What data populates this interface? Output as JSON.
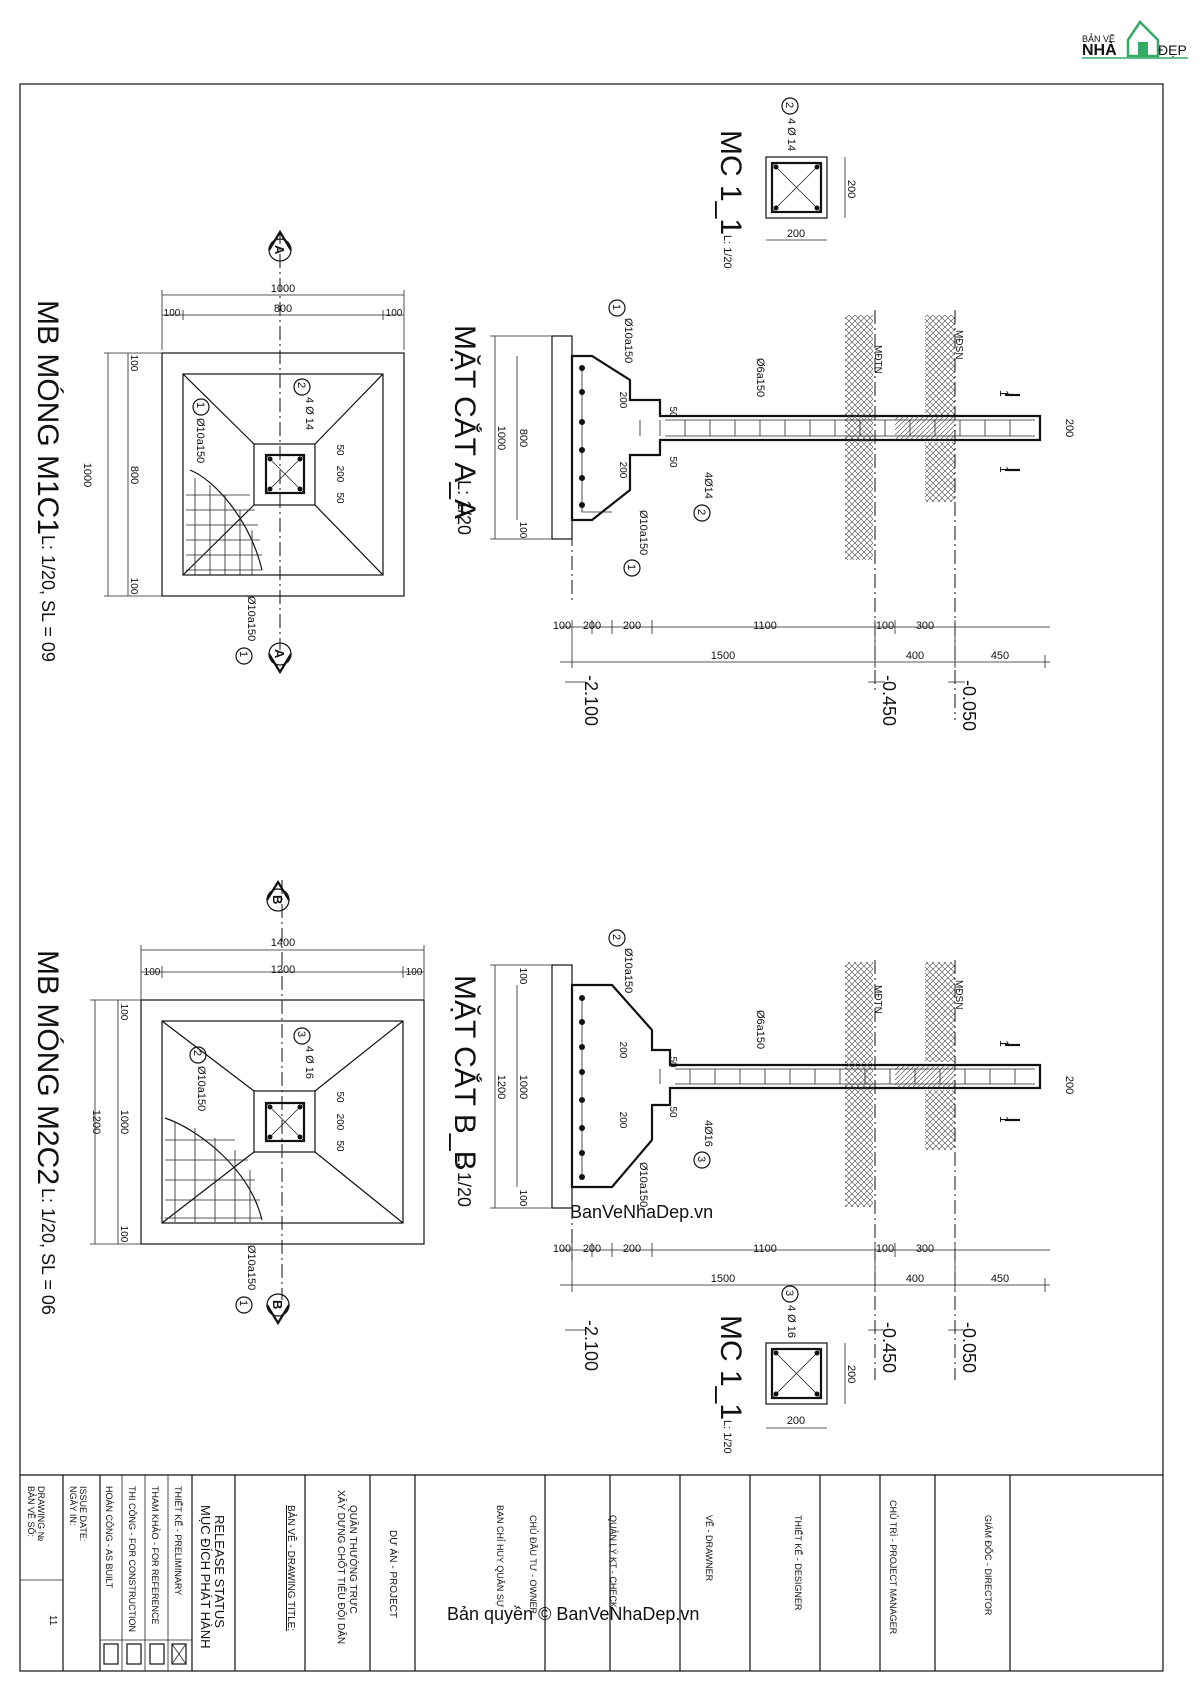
{
  "logo": {
    "top": "BẢN VẼ",
    "left": "NHÀ",
    "right": "ĐẸP"
  },
  "watermark": {
    "center": "BanVeNhaDep.vn",
    "bottom": "Bản quyền © BanVeNhaDep.vn"
  },
  "plan1": {
    "title": "MB MÓNG M1C1",
    "scale": "L: 1/20, SL = 09",
    "section_mark": "A",
    "dim_total": "1000",
    "dim_mid": "800",
    "dim_edge": "100",
    "rebar1_no": "1",
    "rebar1": "Ø10a150",
    "rebar2_no": "2",
    "rebar2": "4 Ø 14",
    "col_a": "50",
    "col_b": "200"
  },
  "plan2": {
    "title": "MB MÓNG M2C2",
    "scale": "L: 1/20, SL = 06",
    "section_mark": "B",
    "dim_total": "1400",
    "dim_mid": "1200",
    "dim_total_v": "1200",
    "dim_mid_v": "1000",
    "dim_edge": "100",
    "rebar1_no": "1",
    "rebar1": "Ø10a150",
    "rebar2_no": "2",
    "rebar2": "Ø10a150",
    "rebar3_no": "3",
    "rebar3": "4 Ø 16",
    "col_a": "50",
    "col_b": "200"
  },
  "section1": {
    "title": "MẶT CẮT A_A",
    "scale": "L: 1/20",
    "dims_row1": [
      "100",
      "200",
      "200",
      "1100",
      "100",
      "300"
    ],
    "dims_row2": [
      "1500",
      "400",
      "450"
    ],
    "dims_vert": [
      "1000",
      "800",
      "100"
    ],
    "stirrup": "Ø6a150",
    "bars": "4Ø14",
    "bar_no": "2",
    "top_bar": "Ø10a150",
    "top_no": "1",
    "bot_bar": "Ø10a150",
    "bot_no": "1",
    "col_w": "200",
    "step_a": "200",
    "step_b": "50",
    "levels": [
      "-2.100",
      "-0.450",
      "-0.050"
    ],
    "lbl_ground": "MĐTN",
    "lbl_floor": "MĐSN",
    "cut": "1"
  },
  "section2": {
    "title": "MẶT CẮT B_B",
    "scale": "L: 1/20",
    "dims_row1": [
      "100",
      "200",
      "200",
      "1100",
      "100",
      "300"
    ],
    "dims_row2": [
      "1500",
      "400",
      "450"
    ],
    "dims_vert": [
      "1200",
      "1000",
      "100"
    ],
    "stirrup": "Ø6a150",
    "bars": "4Ø16",
    "bar_no": "3",
    "top_bar": "Ø10a150",
    "top_no": "2",
    "bot_bar": "Ø10a150",
    "bot_no": "1",
    "col_w": "200",
    "step_a": "200",
    "step_b": "50",
    "levels": [
      "-2.100",
      "-0.450",
      "-0.050"
    ],
    "lbl_ground": "MĐTN",
    "lbl_floor": "MĐSN",
    "cut": "1"
  },
  "mc1": {
    "title": "MC 1_1",
    "scale": "L: 1/20",
    "no": "2",
    "bars": "4 Ø 14",
    "dim": "200"
  },
  "mc2": {
    "title": "MC 1_1",
    "scale": "L: 1/20",
    "no": "3",
    "bars": "4 Ø 16",
    "dim": "200"
  },
  "titleblock": {
    "release1": "MỤC ĐÍCH PHÁT HÀNH",
    "release2": "RELEASE STATUS",
    "status": [
      "THIẾT KẾ - PRELIMINARY",
      "THAM KHẢO - FOR REFERENCE",
      "THI CÔNG - FOR CONSTRUCTION",
      "HOÀN CÔNG - AS BUILT"
    ],
    "issue1": "NGÀY IN:",
    "issue2": "ISSUE DATE:",
    "dwgno1": "BẢN VẼ SỐ:",
    "dwgno2": "DRAWING №",
    "dwgno_val": "11",
    "drawing_title": "BẢN VẼ - DRAWING TITLE:",
    "title_line1": "XÂY DỰNG CHỐT TIỂU ĐỘI DÂN",
    "title_line2": "QUÂN THƯỜNG TRỰC",
    "project": "DỰ ÁN - PROJECT",
    "owner1": "CHỦ ĐẦU TƯ - OWNER",
    "owner2": "BAN CHỈ HUY QUÂN SỰ",
    "check": "QUẢN LÝ KT - CHECK",
    "drawner": "VẼ - DRAWNER",
    "designer": "THIẾT KẾ - DESIGNER",
    "pm": "CHỦ TRÌ - PROJECT MANAGER",
    "director": "GIÁM ĐỐC - DIRECTOR"
  }
}
